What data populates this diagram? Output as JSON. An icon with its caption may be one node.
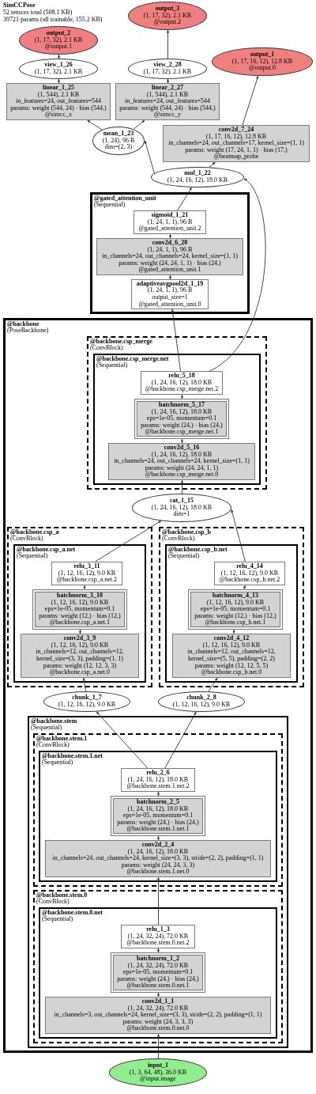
{
  "diagram": {
    "title": "SimCCPose",
    "nodes": [
      {
        "text": [
          "output_3",
          "(1, 17, 32), 2.1 KB",
          "@output.2"
        ]
      },
      {
        "text": [
          "output_2",
          "(1, 17, 32), 2.1 KB",
          "@output.1"
        ]
      },
      {
        "text": [
          "view_1_26",
          "(1, 17, 32), 2.1 KB"
        ]
      },
      {
        "text": [
          "view_2_28",
          "(1, 17, 32), 2.1 KB"
        ]
      },
      {
        "text": [
          "linear_1_25",
          "(1, 544), 2.1 KB",
          "in_features=24, out_features=544",
          "params: weight (544, 24) · bias (544,)",
          "@simcc_x"
        ]
      },
      {
        "text": [
          "linear_2_27",
          "(1, 544), 2.1 KB",
          "in_features=24, out_features=544",
          "params: weight (544, 24) · bias (544,)",
          "@simcc_y"
        ]
      },
      {
        "text": [
          "output_1",
          "(1, 17, 16, 12), 12.8 KB",
          "@output.0"
        ]
      },
      {
        "text": [
          "mean_1_23",
          "(1, 24), 96 B",
          "dim=(2, 3)"
        ]
      },
      {
        "text": [
          "conv2d_7_24",
          "(1, 17, 16, 12), 12.8 KB",
          "in_channels=24, out_channels=17, kernel_size=(1, 1)",
          "params: weight (17, 24, 1, 1) · bias (17,)",
          "@heatmap_probe"
        ]
      },
      {
        "text": [
          "mul_1_22",
          "(1, 24, 16, 12), 18.0 KB"
        ]
      },
      {
        "text": [
          "@gated_attention_unit",
          "(Sequential)"
        ]
      },
      {
        "text": [
          "sigmoid_1_21",
          "(1, 24, 1, 1), 96 B",
          "@gated_attention_unit.2"
        ],
        "in": 10
      },
      {
        "text": [
          "conv2d_6_20",
          "(1, 24, 1, 1), 96 B",
          "in_channels=24, out_channels=24, kernel_size=(1, 1)",
          "params: weight (24, 24, 1, 1) · bias (24,)",
          "@gated_attention_unit.1"
        ],
        "in": 10
      },
      {
        "text": [
          "adaptiveavgpool2d_1_19",
          "(1, 24, 1, 1), 96 B",
          "output_size=1",
          "@gated_attention_unit.0"
        ],
        "in": 10
      },
      {
        "text": [
          "@backbone",
          "(PoseBackbone)"
        ]
      },
      {
        "text": [
          "@backbone.csp_merge",
          "(ConvBlock)"
        ],
        "in": 14
      },
      {
        "text": [
          "@backbone.csp_merge.net",
          "(Sequential)"
        ],
        "in": 15
      },
      {
        "text": [
          "relu_5_18",
          "(1, 24, 16, 12), 18.0 KB",
          "@backbone.csp_merge.net.2"
        ],
        "in": 16
      },
      {
        "text": [
          "batchnorm_5_17",
          "(1, 24, 16, 12), 18.0 KB",
          "eps=1e-05, momentum=0.1",
          "params: weight (24,) · bias (24,)",
          "@backbone.csp_merge.net.1"
        ],
        "in": 16
      },
      {
        "text": [
          "conv2d_5_16",
          "(1, 24, 16, 12), 18.0 KB",
          "in_channels=24, out_channels=24, kernel_size=(1, 1)",
          "params: weight (24, 24, 1, 1)",
          "@backbone.csp_merge.net.0"
        ],
        "in": 16
      },
      {
        "text": [
          "cat_1_15",
          "(1, 24, 16, 12), 18.0 KB",
          "dim=1"
        ],
        "in": 14
      },
      {
        "text": [
          "@backbone.csp_a",
          "(ConvBlock)"
        ],
        "in": 14
      },
      {
        "text": [
          "@backbone.csp_a.net",
          "(Sequential)"
        ],
        "in": 21
      },
      {
        "text": [
          "relu_3_11",
          "(1, 12, 16, 12), 9.0 KB",
          "@backbone.csp_a.net.2"
        ],
        "in": 22
      },
      {
        "text": [
          "batchnorm_3_10",
          "(1, 12, 16, 12), 9.0 KB",
          "eps=1e-05, momentum=0.1",
          "params: weight (12,) · bias (12,)",
          "@backbone.csp_a.net.1"
        ],
        "in": 22
      },
      {
        "text": [
          "conv2d_3_9",
          "(1, 12, 16, 12), 9.0 KB",
          "in_channels=12, out_channels=12, kernel_size=(3, 3), padding=(1, 1)",
          "params: weight (12, 12, 3, 3)",
          "@backbone.csp_a.net.0"
        ],
        "in": 22
      },
      {
        "text": [
          "@backbone.csp_b",
          "(ConvBlock)"
        ],
        "in": 14
      },
      {
        "text": [
          "@backbone.csp_b.net",
          "(Sequential)"
        ],
        "in": 26
      },
      {
        "text": [
          "relu_4_14",
          "(1, 12, 16, 12), 9.0 KB",
          "@backbone.csp_b.net.2"
        ],
        "in": 27
      },
      {
        "text": [
          "batchnorm_4_13",
          "(1, 12, 16, 12), 9.0 KB",
          "eps=1e-05, momentum=0.1",
          "params: weight (12,) · bias (12,)",
          "@backbone.csp_b.net.1"
        ],
        "in": 27
      },
      {
        "text": [
          "conv2d_4_12",
          "(1, 12, 16, 12), 9.0 KB",
          "in_channels=12, out_channels=12, kernel_size=(5, 5), padding=(2, 2)",
          "params: weight (12, 12, 5, 5)",
          "@backbone.csp_b.net.0"
        ],
        "in": 27
      },
      {
        "text": [
          "chunk_1_7",
          "(1, 12, 16, 12), 9.0 KB"
        ],
        "in": 14
      },
      {
        "text": [
          "chunk_2_8",
          "(1, 12, 16, 12), 9.0 KB"
        ],
        "in": 14
      },
      {
        "text": [
          "@backbone.stem",
          "(Sequential)"
        ],
        "in": 14
      },
      {
        "text": [
          "@backbone.stem.1",
          "(ConvBlock)"
        ],
        "in": 33
      },
      {
        "text": [
          "@backbone.stem.1.net",
          "(Sequential)"
        ],
        "in": 34
      },
      {
        "text": [
          "relu_2_6",
          "(1, 24, 16, 12), 18.0 KB",
          "@backbone.stem.1.net.2"
        ],
        "in": 35
      },
      {
        "text": [
          "batchnorm_2_5",
          "(1, 24, 16, 12), 18.0 KB",
          "eps=1e-05, momentum=0.1",
          "params: weight (24,) · bias (24,)",
          "@backbone.stem.1.net.1"
        ],
        "in": 35
      },
      {
        "text": [
          "conv2d_2_4",
          "(1, 24, 16, 12), 18.0 KB",
          "in_channels=24, out_channels=24, kernel_size=(3, 3), stride=(2, 2), padding=(1, 1)",
          "params: weight (24, 24, 3, 3)",
          "@backbone.stem.1.net.0"
        ],
        "in": 35
      },
      {
        "text": [
          "@backbone.stem.0",
          "(ConvBlock)"
        ],
        "in": 33
      },
      {
        "text": [
          "@backbone.stem.0.net",
          "(Sequential)"
        ],
        "in": 39
      },
      {
        "text": [
          "relu_1_3",
          "(1, 24, 32, 24), 72.0 KB",
          "@backbone.stem.0.net.2"
        ],
        "in": 40
      },
      {
        "text": [
          "batchnorm_1_2",
          "(1, 24, 32, 24), 72.0 KB",
          "eps=1e-05, momentum=0.1",
          "params: weight (24,) · bias (24,)",
          "@backbone.stem.0.net.1"
        ],
        "in": 40
      },
      {
        "text": [
          "conv2d_1_1",
          "(1, 24, 32, 24), 72.0 KB",
          "in_channels=3, out_channels=24, kernel_size=(3, 3), stride=(2, 2), padding=(1, 1)",
          "params: weight (24, 3, 3, 3)",
          "@backbone.stem.0.net.0"
        ],
        "in": 40
      },
      {
        "text": [
          "input_1",
          "(1, 3, 64, 48), 36.0 KB",
          "@input.image"
        ]
      }
    ],
    "edges": [
      {
        "from": 44,
        "to": 43,
        "arrow": "to"
      },
      {
        "from": 43,
        "to": 42,
        "arrow": "to"
      },
      {
        "from": 42,
        "to": 41,
        "arrow": "to"
      },
      {
        "from": 41,
        "to": 38,
        "arrow": "to"
      },
      {
        "from": 38,
        "to": 37,
        "arrow": "to"
      },
      {
        "from": 37,
        "to": 36,
        "arrow": "to"
      },
      {
        "from": 36,
        "to": 31,
        "arrow": "to"
      },
      {
        "from": 36,
        "to": 32,
        "arrow": "to"
      },
      {
        "from": 31,
        "to": 25,
        "arrow": "to"
      },
      {
        "from": 32,
        "to": 30,
        "arrow": "to"
      },
      {
        "from": 25,
        "to": 24,
        "arrow": "to"
      },
      {
        "from": 24,
        "to": 23,
        "arrow": "to"
      },
      {
        "from": 30,
        "to": 29,
        "arrow": "to"
      },
      {
        "from": 29,
        "to": 28,
        "arrow": "to"
      },
      {
        "from": 23,
        "to": 20,
        "arrow": "to"
      },
      {
        "from": 28,
        "to": 20,
        "arrow": "to"
      },
      {
        "from": 20,
        "to": 19,
        "arrow": "to"
      },
      {
        "from": 19,
        "to": 18,
        "arrow": "to"
      },
      {
        "from": 18,
        "to": 17,
        "arrow": "to"
      },
      {
        "from": 17,
        "to": 13,
        "arrow": "to"
      },
      {
        "from": 17,
        "to": 9,
        "arrow": "to"
      },
      {
        "from": 13,
        "to": 12,
        "arrow": "to"
      },
      {
        "from": 12,
        "to": 11,
        "arrow": "to"
      },
      {
        "from": 11,
        "to": 9,
        "arrow": "to"
      },
      {
        "from": 9,
        "to": 7,
        "arrow": "to"
      },
      {
        "from": 9,
        "to": 8,
        "arrow": "to"
      },
      {
        "from": 8,
        "to": 6,
        "arrow": "to"
      },
      {
        "from": 7,
        "to": 4,
        "arrow": "to"
      },
      {
        "from": 7,
        "to": 5,
        "arrow": "to"
      },
      {
        "from": 4,
        "to": 2,
        "arrow": "to"
      },
      {
        "from": 5,
        "to": 3,
        "arrow": "to"
      },
      {
        "from": 2,
        "to": 1,
        "arrow": "to"
      },
      {
        "from": 3,
        "to": 0,
        "arrow": "to"
      }
    ],
    "labels": [
      "52 tensors total (508.1 KB)",
      "39721 params (all trainable, 155.2 KB)"
    ]
  }
}
